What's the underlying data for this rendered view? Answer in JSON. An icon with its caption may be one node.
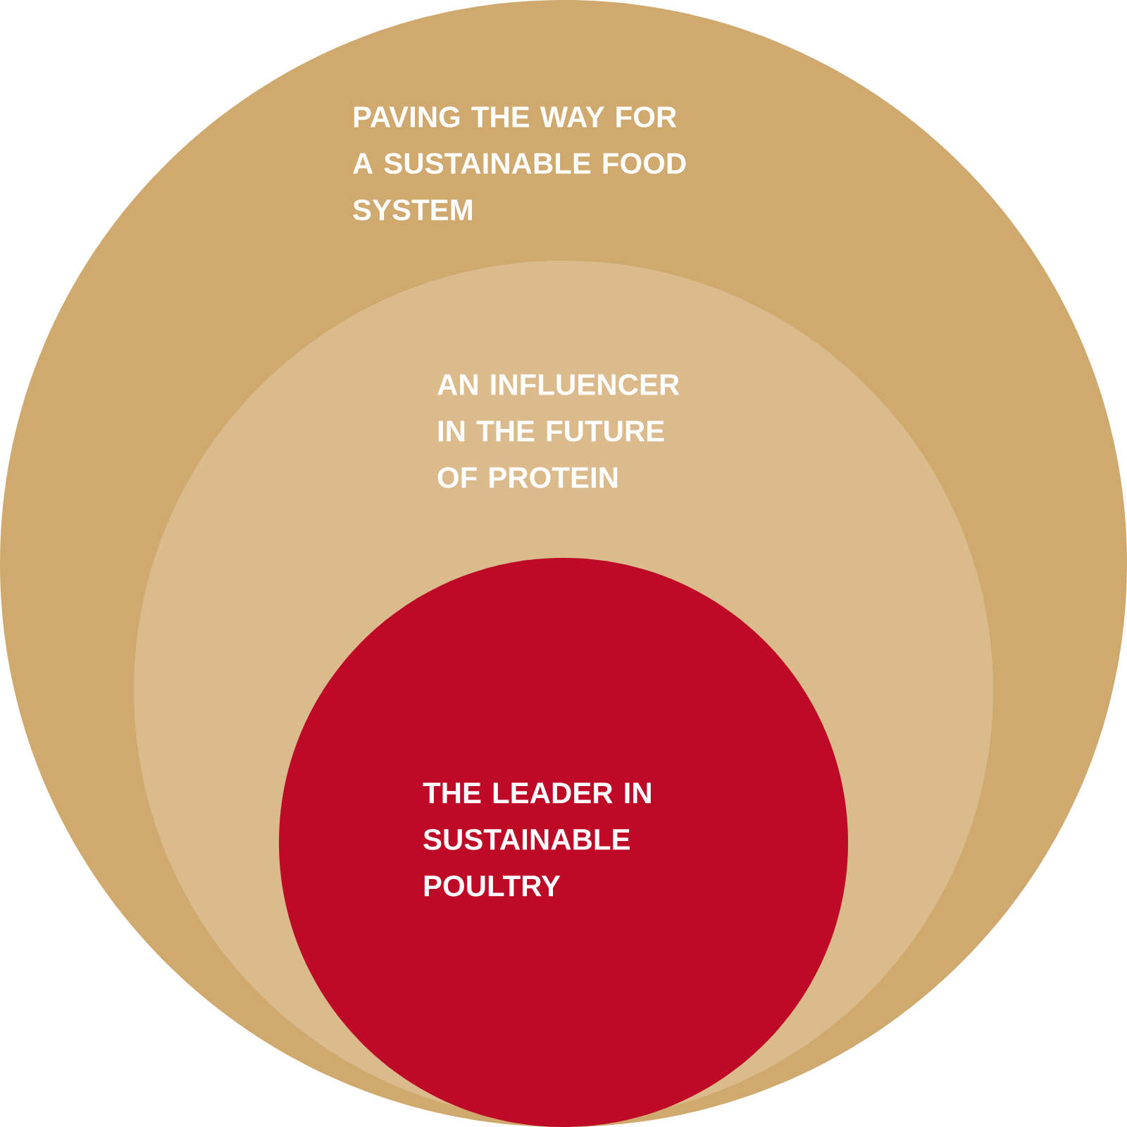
{
  "diagram": {
    "nodes": [
      {
        "text": [
          "PAVING THE WAY FOR A SUSTAINABLE FOOD SYSTEM"
        ]
      },
      {
        "text": [
          "AN INFLUENCER IN THE FUTURE OF PROTEIN"
        ],
        "in": 0
      },
      {
        "text": [
          "THE LEADER IN SUSTAINABLE POULTRY"
        ],
        "in": 1
      }
    ]
  }
}
